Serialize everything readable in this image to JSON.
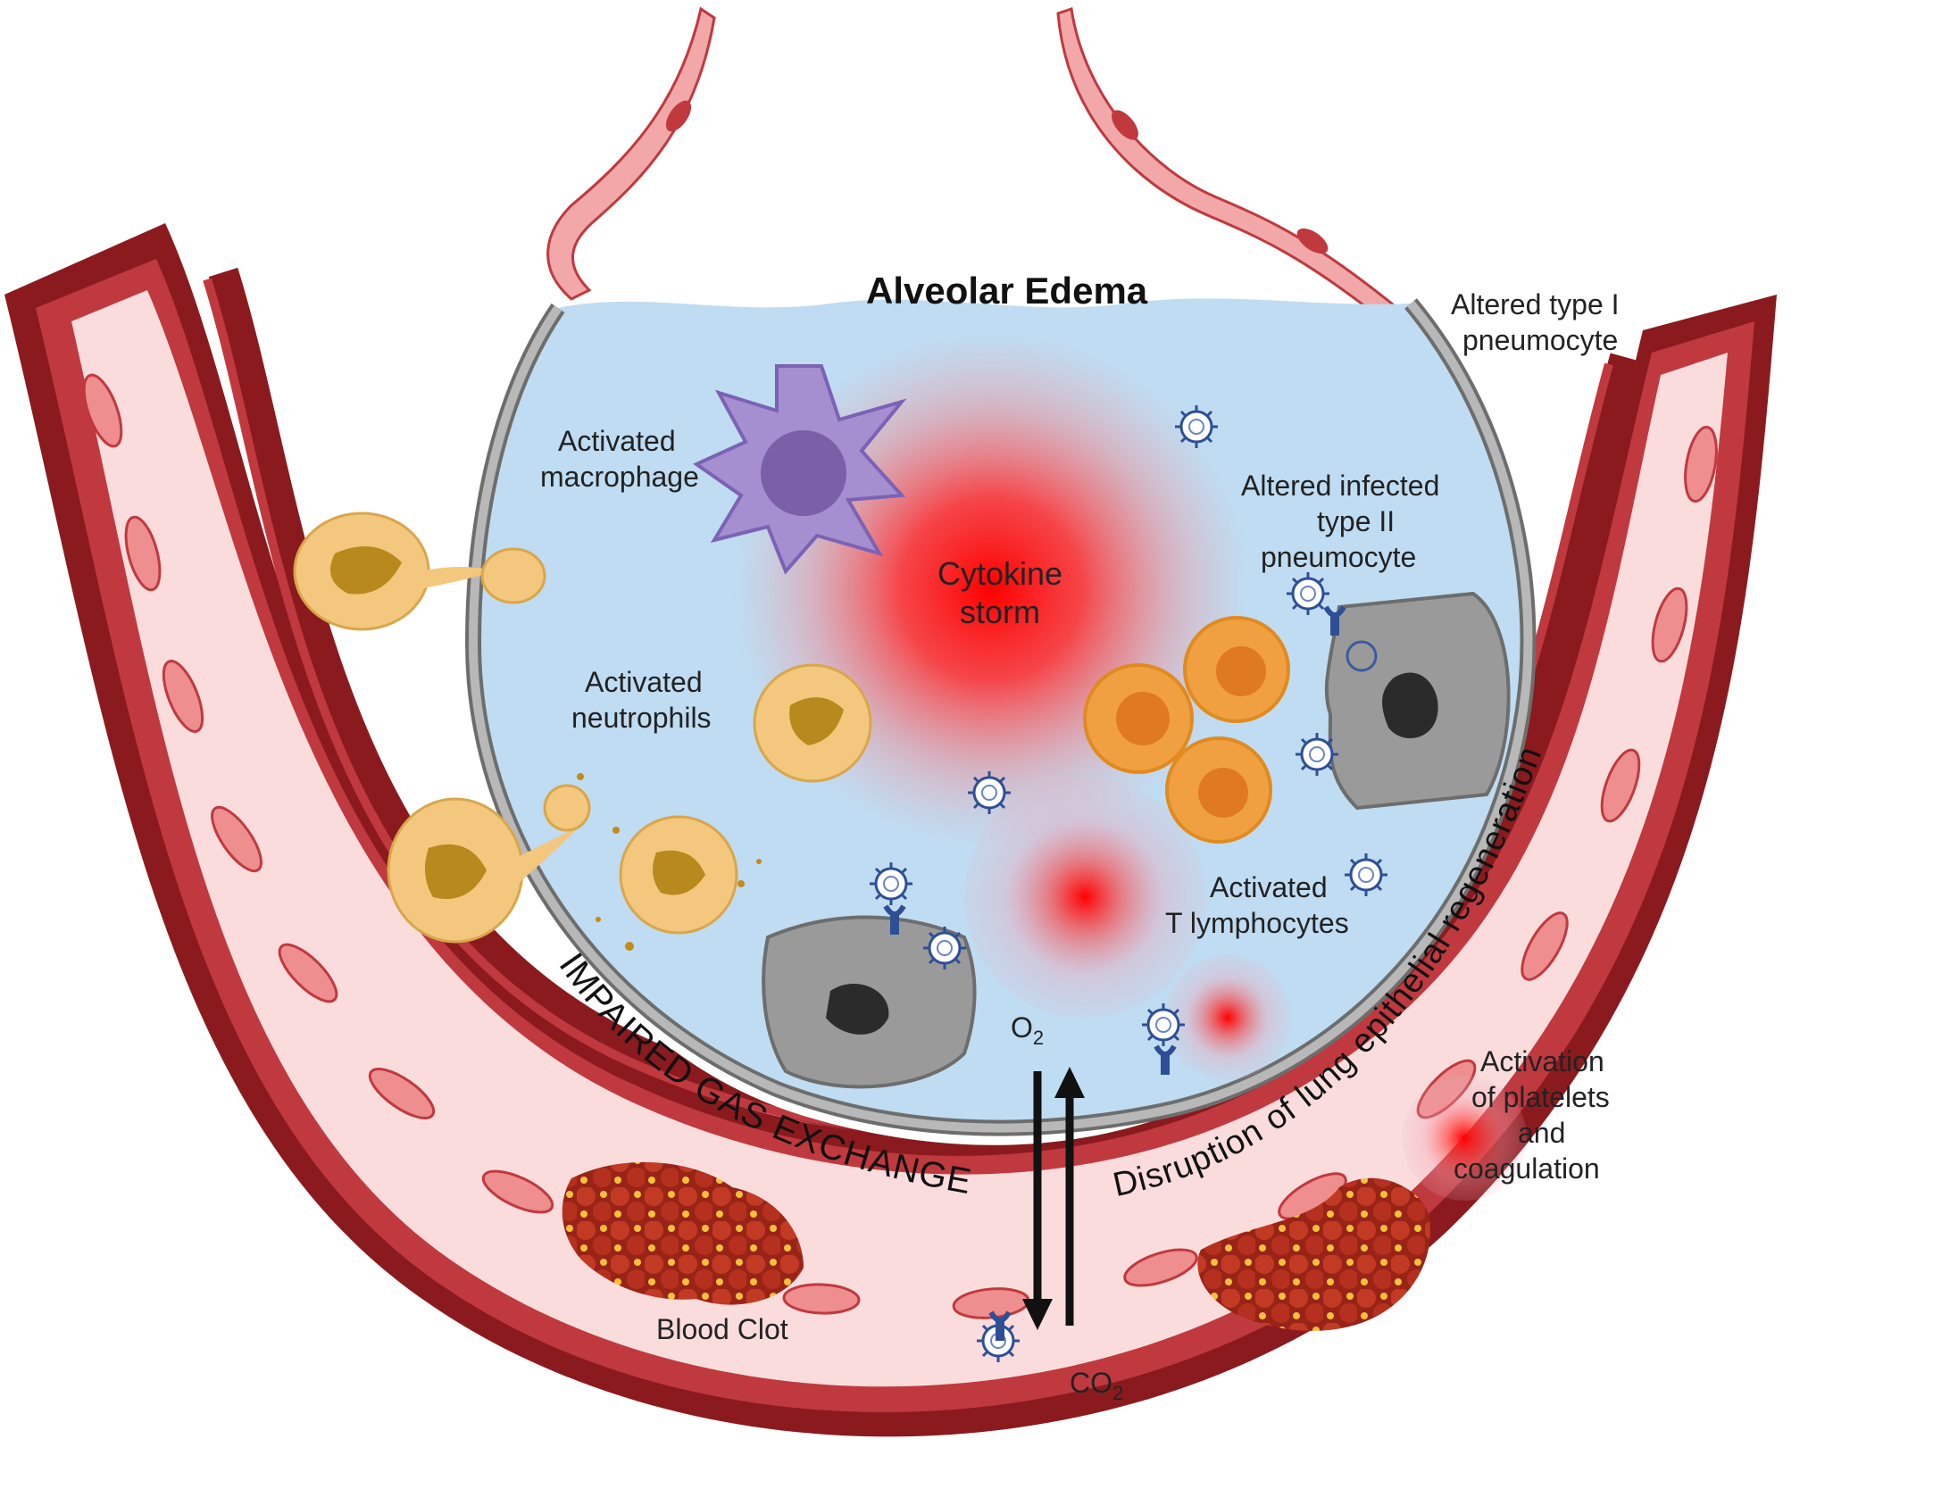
{
  "labels": {
    "alveolar_edema": "Alveolar Edema",
    "altered_type1_line1": "Altered type I",
    "altered_type1_line2": "pneumocyte",
    "activated_macrophage_line1": "Activated",
    "activated_macrophage_line2": "macrophage",
    "cytokine_storm_line1": "Cytokine",
    "cytokine_storm_line2": "storm",
    "altered_infected_line1": "Altered infected",
    "altered_infected_line2": "type II",
    "altered_infected_line3": "pneumocyte",
    "activated_neutrophils_line1": "Activated",
    "activated_neutrophils_line2": "neutrophils",
    "activated_t_line1": "Activated",
    "activated_t_line2": "T lymphocytes",
    "o2": "O",
    "o2_sub": "2",
    "co2": "CO",
    "co2_sub": "2",
    "activation_platelets_line1": "Activation",
    "activation_platelets_line2": "of platelets",
    "activation_platelets_line3": "and",
    "activation_platelets_line4": "coagulation",
    "blood_clot": "Blood Clot",
    "impaired_gas_exchange": "IMPAIRED GAS EXCHANGE",
    "disruption": "Disruption of lung epithelial regeneration"
  },
  "colors": {
    "vessel_dark": "#8b1a1e",
    "vessel_wall": "#c0393f",
    "vessel_lumen": "#fbdcdc",
    "endothelial": "#ee8e8e",
    "alveolus_fluid": "#bfdcf2",
    "alveolus_wall": "#8e8e8e",
    "macrophage": "#a58fd0",
    "neutrophil": "#f3c77d",
    "t_lymphocyte": "#f0a040",
    "cytokine": "#ff2020",
    "clot": "#b02a1d",
    "virus": "#3a5aa0"
  }
}
